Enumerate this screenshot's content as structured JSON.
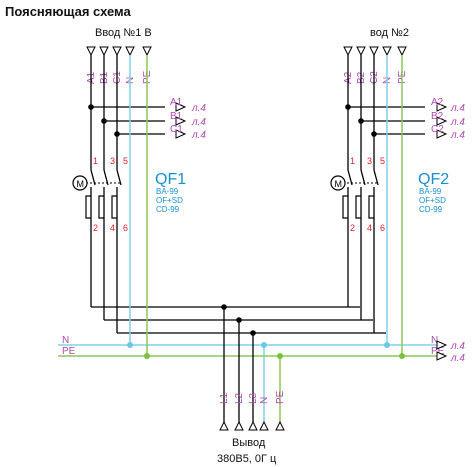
{
  "title": "Поясняющая схема",
  "inputs": {
    "left_label": "Ввод №1 В",
    "right_label": "вод №2",
    "left_terminals": [
      "A1",
      "B1",
      "C1",
      "N",
      "PE"
    ],
    "right_terminals": [
      "A2",
      "B2",
      "C2",
      "N",
      "PE"
    ]
  },
  "taps": {
    "left": [
      {
        "phase": "A1",
        "ref": "л.4"
      },
      {
        "phase": "B1",
        "ref": "л.4"
      },
      {
        "phase": "C1",
        "ref": "л.4"
      }
    ],
    "right": [
      {
        "phase": "A2",
        "ref": "л.4"
      },
      {
        "phase": "B2",
        "ref": "л.4"
      },
      {
        "phase": "C2",
        "ref": "л.4"
      }
    ]
  },
  "breakers": {
    "left": {
      "name": "QF1",
      "specs": [
        "BA-99",
        "OF+SD",
        "CD-99"
      ],
      "top_pins": [
        "1",
        "3",
        "5"
      ],
      "bottom_pins": [
        "2",
        "4",
        "6"
      ],
      "motor_symbol": "M"
    },
    "right": {
      "name": "QF2",
      "specs": [
        "BA-99",
        "OF+SD",
        "CD-99"
      ],
      "top_pins": [
        "1",
        "3",
        "5"
      ],
      "bottom_pins": [
        "2",
        "4",
        "6"
      ],
      "motor_symbol": "M"
    }
  },
  "buses": {
    "n_label": "N",
    "pe_label": "PE",
    "n_ref": "л.4",
    "pe_ref": "л.4"
  },
  "output": {
    "terminals": [
      "L1",
      "L2",
      "L3",
      "N",
      "PE"
    ],
    "label_line1": "Вывод",
    "label_line2": "380В5, 0Г ц"
  },
  "colors": {
    "wire": "#000000",
    "terminal_label": "#b048b0",
    "ref_label": "#b048b0",
    "pin_number": "#e0202a",
    "breaker_name": "#1a8fd0",
    "neutral_wire": "#7fd0e8",
    "pe_wire": "#8cc850",
    "node_n": "#6ec6e6",
    "node_pe": "#7cc040"
  }
}
